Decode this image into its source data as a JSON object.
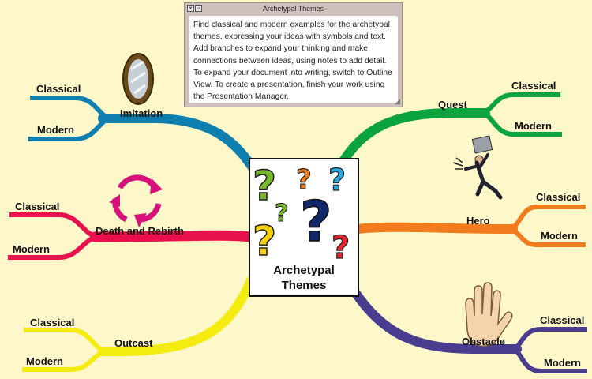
{
  "note": {
    "title": "Archetypal Themes",
    "close_icon": "close-icon",
    "collapse_icon": "collapse-icon",
    "text": "Find classical and modern examples for the archetypal themes, expressing your ideas with symbols and text. Add branches to expand your thinking and make connections between ideas, using notes to add detail. To expand your document into writing, switch to Outline View. To create a presentation, finish your work using the Presentation Manager."
  },
  "central": {
    "title": "Archetypal\nThemes",
    "icon": "question-marks-icon"
  },
  "branches": [
    {
      "id": "imitation",
      "label": "Imitation",
      "color": "#0f7fb0",
      "icon": "mirror-icon",
      "sub": [
        "Classical",
        "Modern"
      ]
    },
    {
      "id": "death-and-rebirth",
      "label": "Death and Rebirth",
      "color": "#e8114e",
      "icon": "cycle-arrows-icon",
      "sub": [
        "Classical",
        "Modern"
      ]
    },
    {
      "id": "outcast",
      "label": "Outcast",
      "color": "#f4ec10",
      "icon": "",
      "sub": [
        "Classical",
        "Modern"
      ]
    },
    {
      "id": "quest",
      "label": "Quest",
      "color": "#0ba33f",
      "icon": "",
      "sub": [
        "Classical",
        "Modern"
      ]
    },
    {
      "id": "hero",
      "label": "Hero",
      "color": "#f27c1d",
      "icon": "running-man-icon",
      "sub": [
        "Classical",
        "Modern"
      ]
    },
    {
      "id": "obstacle",
      "label": "Obstacle",
      "color": "#4a3c8f",
      "icon": "raised-hand-icon",
      "sub": [
        "Classical",
        "Modern"
      ]
    }
  ]
}
